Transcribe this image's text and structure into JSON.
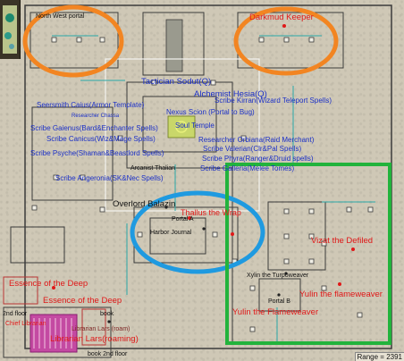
{
  "labels": {
    "north_west_portal": "North West portal",
    "darkmud_keeper": "Darkmud Keeper",
    "tactician": "Tactician Sodut(Q)",
    "alchemist": "Alchemist Hesia(Q)",
    "wizard_teleport": "Scribe Kirran(Wizard Teleport Spells)",
    "seersmith": "Seersmith Caius(Armor Template)",
    "researcher_chassa": "Researcher Chassa",
    "nexus": "Nexus Scion (Portal to Bug)",
    "temple": "Soul Temple",
    "scribe_gaienus": "Scribe Gaienus(Bard&Enchanter Spells)",
    "researcher_orbiana": "Researcher Orbiana(Raid Merchant)",
    "scribe_canicus": "Scribe Canicus(Wiz&Mage Spells)",
    "scribe_valerian": "Scribe Valerian(Clr&Pal Spells)",
    "scribe_psyche": "Scribe Psyche(Shaman&Beastlord Spells)",
    "scribe_phyra": "Scribe Phyra(Ranger&Druid spells)",
    "arcanist": "Arcanist Thalian",
    "scribe_galleria": "Scribe Galleria(Melee Tomes)",
    "scribe_angeronia": "Scribe Angeronia(SK&Nec Spells)",
    "overlord": "Overlord Balazin",
    "thallus": "Thallus the Wrap",
    "portal_a": "Portal A",
    "harbor_journal": "Harbor Journal",
    "vizat": "Vizat the Defiled",
    "xylin": "Xylin the Turpoweaver",
    "yulin_right": "Yulin the flameweaver",
    "yulin_lower": "Yulin the Flameweaver",
    "portal_b": "Portal B",
    "essence_upper": "Essence of the Deep",
    "essence_lower": "Essence of the Deep",
    "second_floor": "2nd floor",
    "book": "book",
    "chief_librarian": "Chief Librarian",
    "librarian_lars": "Librarian Lars (roam)",
    "lars_roaming": "Librarian Lars(roaming)",
    "book_2nd_floor": "book 2nd floor"
  },
  "range_text": "Range = 2391",
  "colors": {
    "orange": "#f28522",
    "blue": "#1f9ae0",
    "green": "#22b33c",
    "label_blue": "#1a2fc8",
    "label_red": "#e01818",
    "teal_line": "#2aa8a8",
    "wall": "#3b3b3b"
  }
}
